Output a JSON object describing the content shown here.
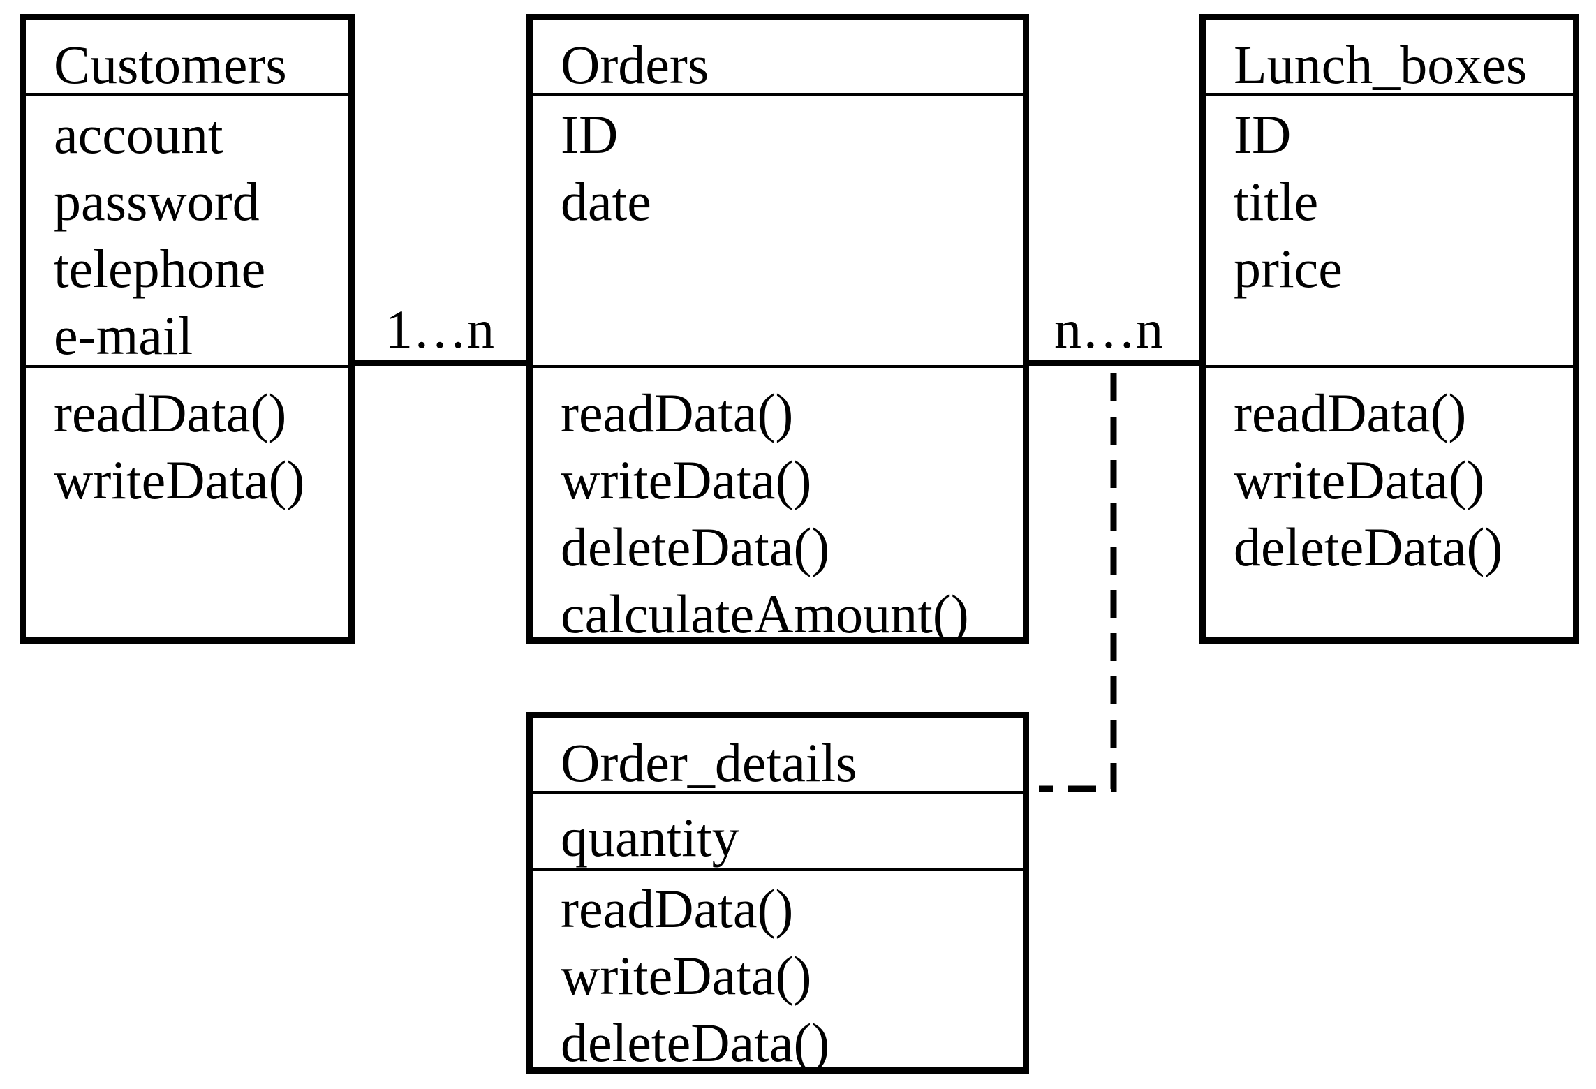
{
  "classes": {
    "customers": {
      "name": "Customers",
      "attributes": [
        "account",
        "password",
        "telephone",
        "e-mail"
      ],
      "methods": [
        "readData()",
        "writeData()"
      ]
    },
    "orders": {
      "name": "Orders",
      "attributes": [
        "ID",
        "date"
      ],
      "methods": [
        "readData()",
        "writeData()",
        "deleteData()",
        "calculateAmount()"
      ]
    },
    "lunch_boxes": {
      "name": "Lunch_boxes",
      "attributes": [
        "ID",
        "title",
        "price"
      ],
      "methods": [
        "readData()",
        "writeData()",
        "deleteData()"
      ]
    },
    "order_details": {
      "name": "Order_details",
      "attributes": [
        "quantity"
      ],
      "methods": [
        "readData()",
        "writeData()",
        "deleteData()"
      ]
    }
  },
  "associations": {
    "customers_orders": {
      "multiplicity": "1…n"
    },
    "orders_lunch_boxes": {
      "multiplicity": "n…n"
    }
  }
}
